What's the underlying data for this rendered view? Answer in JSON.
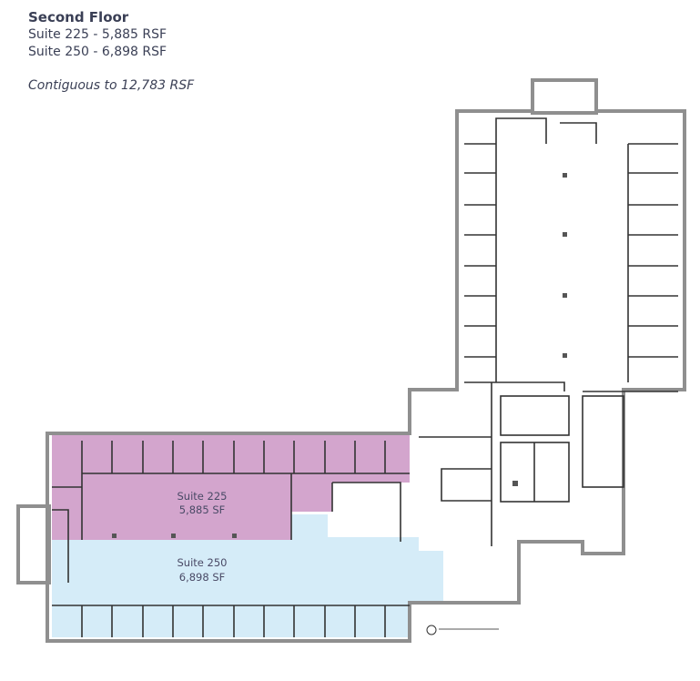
{
  "header": {
    "title": "Second Floor",
    "lines": [
      "Suite 225 - 5,885 RSF",
      "Suite 250 - 6,898 RSF"
    ],
    "contiguous": "Contiguous to 12,783 RSF"
  },
  "suites": [
    {
      "name": "Suite 225",
      "area": "5,885 SF",
      "color": "#d3a5cd"
    },
    {
      "name": "Suite 250",
      "area": "6,898 SF",
      "color": "#d5ecf8"
    }
  ],
  "colors": {
    "wall": "#555555",
    "wall_outer": "#9a9a9a"
  }
}
